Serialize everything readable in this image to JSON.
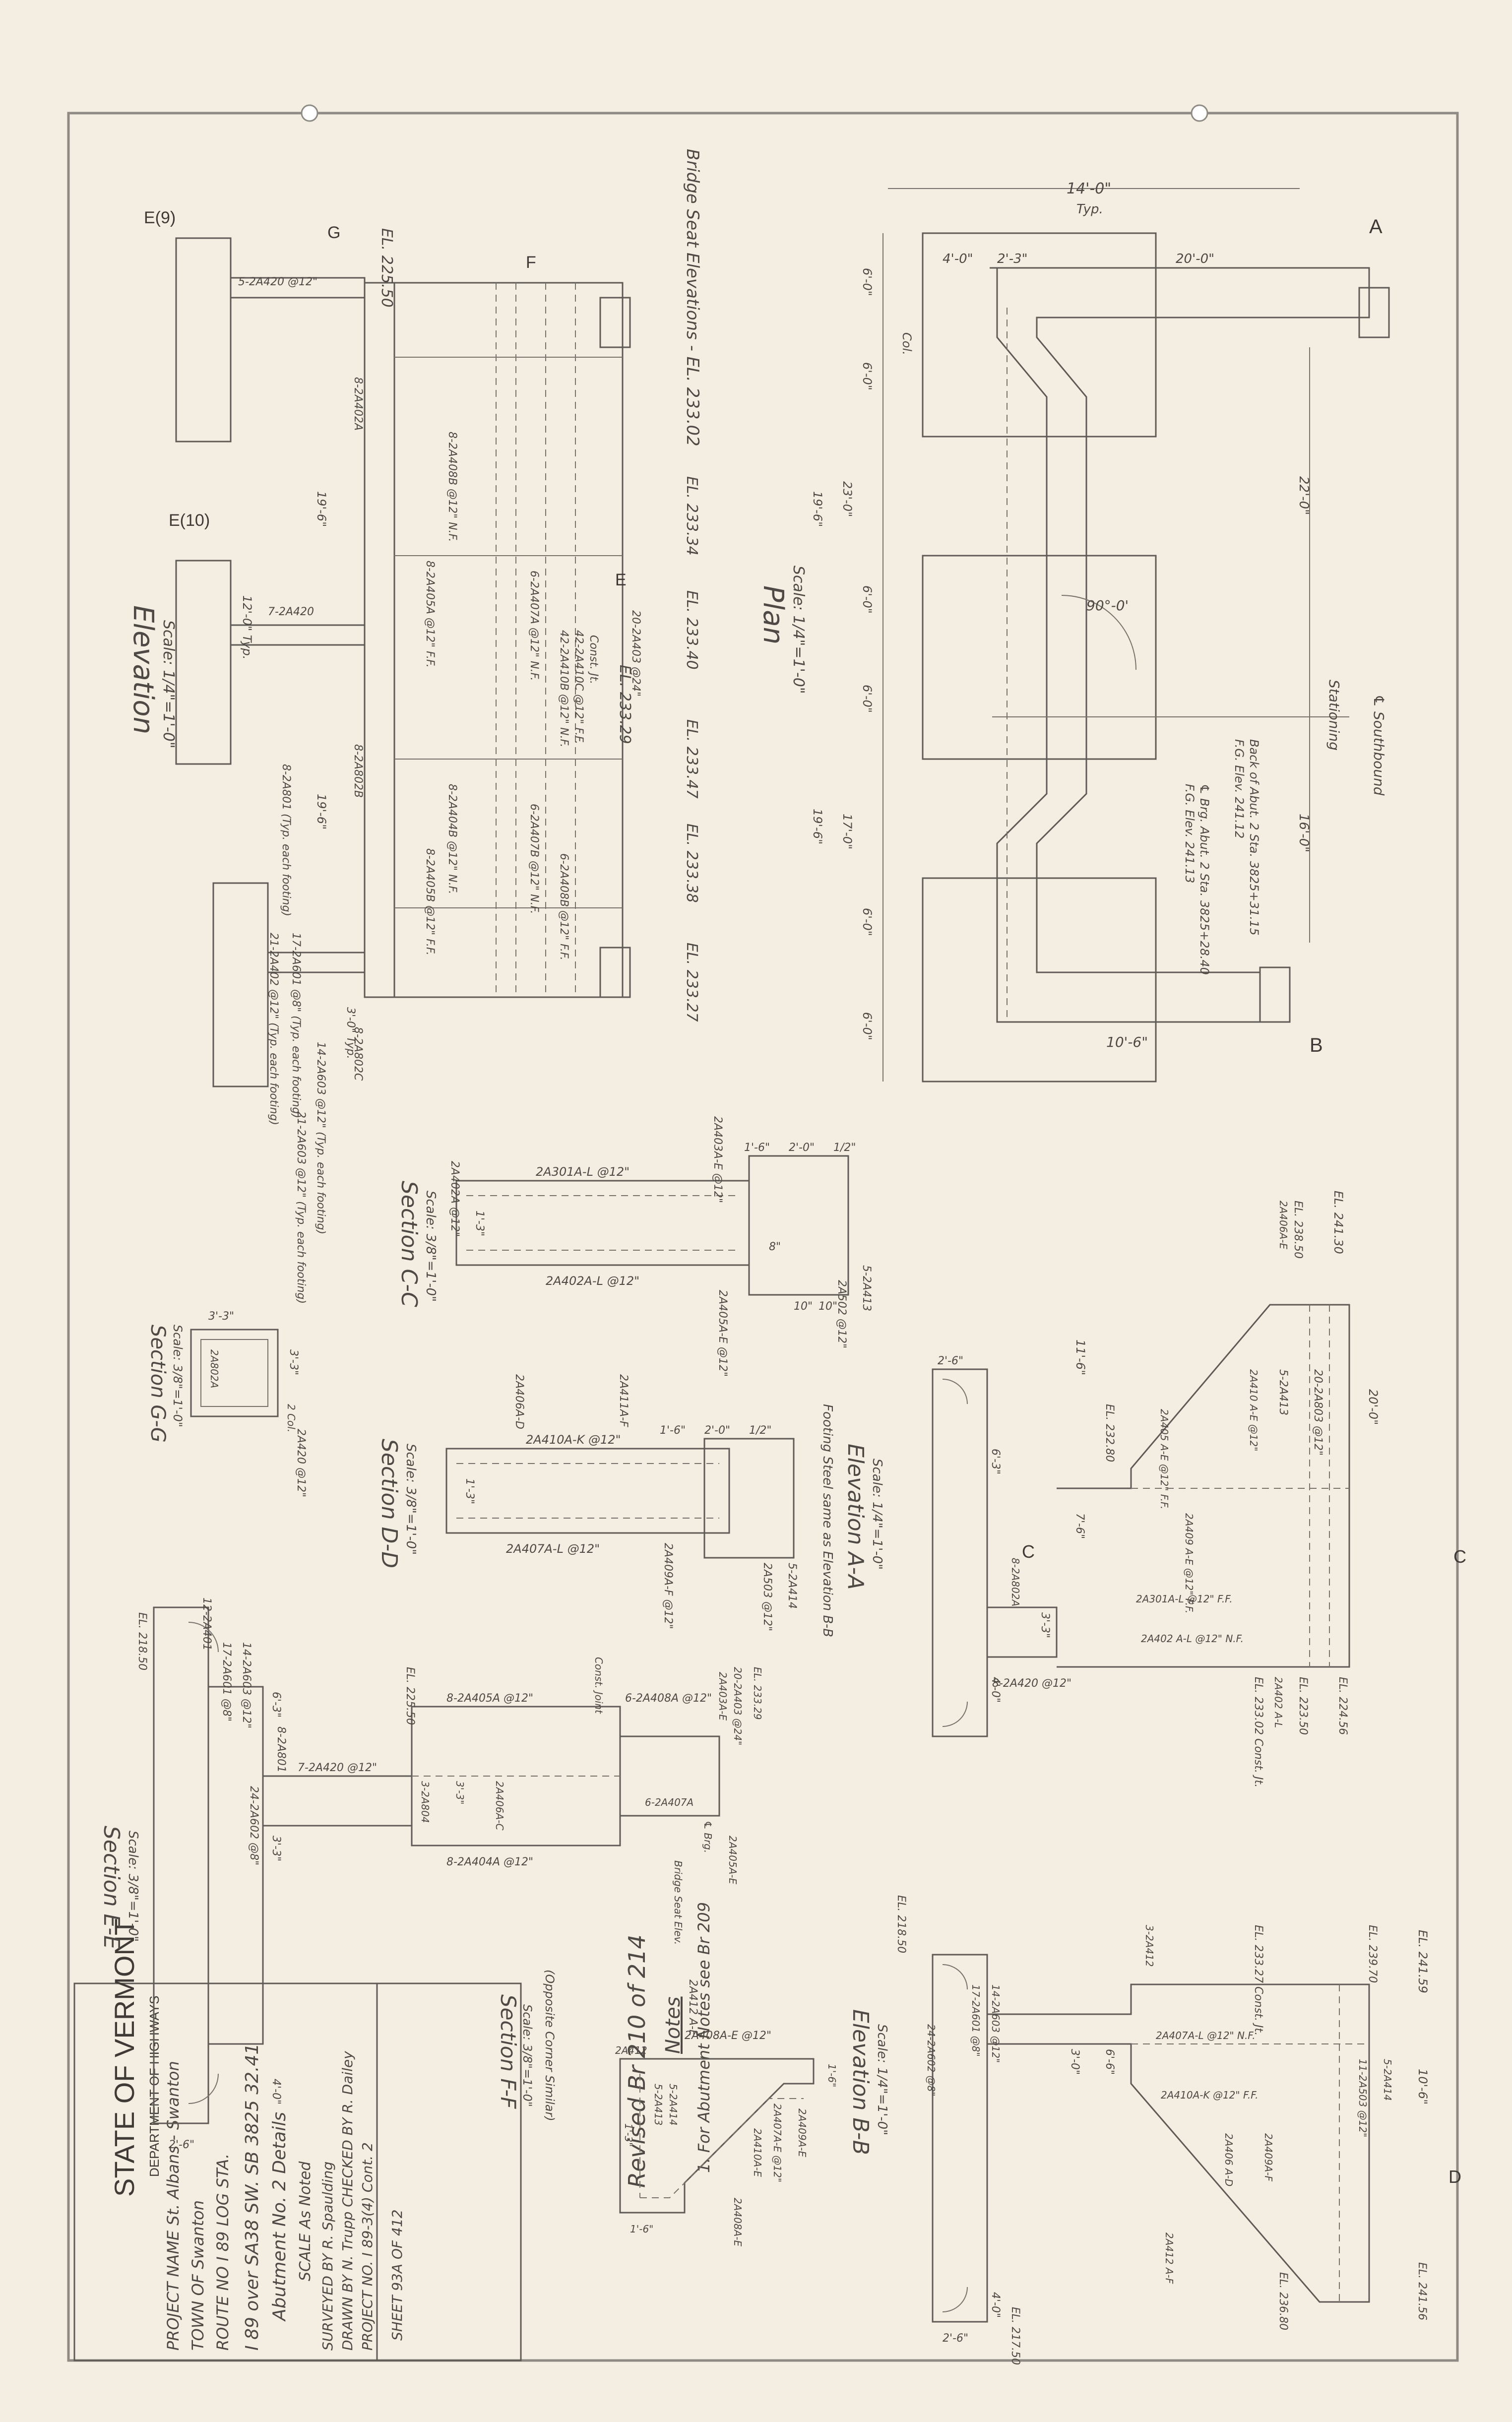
{
  "title_block": {
    "state": "STATE OF VERMONT",
    "department": "DEPARTMENT OF HIGHWAYS",
    "project_name": "PROJECT NAME  St. Albans - Swanton",
    "town": "TOWN OF  Swanton",
    "route": "ROUTE NO  I 89     LOG STA.",
    "structure": "I 89 over SA38 SW. SB 3825 32.41",
    "abutment": "Abutment No. 2 Details",
    "scale": "SCALE  As Noted",
    "surveyed": "SURVEYED BY  R. Spaulding",
    "drawn_checked": "DRAWN BY  N. Trupp    CHECKED BY  R. Dailey",
    "project_no": "PROJECT NO. I 89-3(4)  Cont. 2",
    "sheet": "SHEET  93A  OF  412"
  },
  "revision": "Revised Br 210 of 214",
  "notes": {
    "heading": "Notes",
    "items": [
      "1. For Abutment Notes see Br 209"
    ]
  },
  "views": {
    "elevation": {
      "title": "Elevation",
      "scale": "Scale: 1/4\"=1'-0\""
    },
    "plan": {
      "title": "Plan",
      "scale": "Scale: 1/4\"=1'-0\""
    },
    "section_cc": {
      "title": "Section C-C",
      "scale": "Scale: 3/8\"=1'-0\""
    },
    "section_gg": {
      "title": "Section G-G",
      "scale": "Scale: 3/8\"=1'-0\""
    },
    "section_dd": {
      "title": "Section D-D",
      "scale": "Scale: 3/8\"=1'-0\""
    },
    "section_ee": {
      "title": "Section E-E",
      "scale": "Scale: 3/8\"=1'-0\""
    },
    "section_ff": {
      "title": "Section F-F",
      "scale": "Scale: 3/8\"=1'-0\"",
      "note": "(Opposite Corner Similar)"
    },
    "elevation_aa": {
      "title": "Elevation A-A",
      "scale": "Scale: 1/4\"=1'-0\"",
      "note": "Footing Steel same as Elevation B-B"
    },
    "elevation_bb": {
      "title": "Elevation B-B",
      "scale": "Scale: 1/4\"=1'-0\""
    }
  },
  "plan_labels": {
    "top_dim": "14'-0\"",
    "typ": "Typ.",
    "dims_top": [
      "4'-0\"",
      "2'-3\"",
      "20'-0\""
    ],
    "left_dims": [
      "6'-0\"",
      "6'-0\"",
      "19'-6\"",
      "23'-0\"",
      "6'-0\"",
      "6'-0\"",
      "19'-6\"",
      "17'-0\"",
      "6'-0\"",
      "6'-0\""
    ],
    "right_dims": [
      "22'-0\"",
      "16'-0\""
    ],
    "col": "Col.",
    "angle": "90°-0'",
    "stationing": "Stationing",
    "southbound": "℄ Southbound",
    "back_abut": "Back of Abut. 2 Sta. 3825+31.15",
    "fg_elev_1": "F.G. Elev. 241.12",
    "brg_abut": "℄ Brg. Abut. 2 Sta. 3825+28.40",
    "fg_elev_2": "F.G. Elev. 241.13",
    "bottom_dim": "10'-6\"",
    "a_mark": "A",
    "b_mark": "B"
  },
  "elevation_labels": {
    "seat_note": "Bridge Seat Elevations - EL. 233.02",
    "el_top": "EL. 225.50",
    "elevs": [
      "EL. 233.34",
      "EL. 233.40",
      "EL. 233.27",
      "EL. 233.38",
      "EL. 233.47",
      "EL. 233.29"
    ],
    "bars": [
      "5-2A420 @12\"",
      "8-2A402A",
      "8-2A408B @12\" N.F.",
      "8-2A405A @12\" F.F.",
      "6-2A407A @12\" N.F.",
      "20-2A403 @24\"",
      "42-2A410B @12\" N.F.",
      "42-2A410C @12\" F.F.",
      "8-2A404B @12\" N.F.",
      "8-2A405B @12\" F.F.",
      "6-2A407B @12\" N.F.",
      "6-2A408B @12\" F.F.",
      "7-2A420",
      "12'-0\" Typ.",
      "8-2A802B",
      "8-2A802C",
      "8-2A801 (Typ. each footing)",
      "17-2A601 @8\" (Typ. each footing)",
      "21-2A402 @12\" (Typ. each footing)",
      "14-2A603 @12\" (Typ. each footing)",
      "21-2A603 @12\" (Typ. each footing)"
    ],
    "const_jt": "Const. Jt.",
    "dims": [
      "19'-6\"",
      "19'-6\"",
      "3'-0\" Typ."
    ],
    "g_mark": "G",
    "f_mark": "F",
    "e_mark": "E"
  },
  "detail_labels": {
    "cc": [
      "2A402A @12\"",
      "2A301A-L @12\"",
      "2A402A-L @12\"",
      "2A403A-E @12\"",
      "2A405A-E @12\"",
      "5-2A413",
      "2A502 @12\"",
      "1'-6\"",
      "2'-0\"",
      "1/2\"",
      "10\"",
      "10\"",
      "8\"",
      "1'-3\""
    ],
    "gg": [
      "3'-3\"",
      "3'-3\"",
      "2A802A",
      "2A420 @12\"",
      "2 Col."
    ],
    "dd": [
      "2A406A-D",
      "2A411A-F",
      "2A410A-K @12\"",
      "2A407A-L @12\"",
      "2A409A-F @12\"",
      "5-2A414",
      "2A503 @12\"",
      "1'-6\"",
      "2'-0\"",
      "1/2\"",
      "1'-3\""
    ],
    "ee": [
      "EL. 218.50",
      "12-2A401",
      "17-2A601 @8\"",
      "14-2A603 @12\"",
      "24-2A602 @8\"",
      "8-2A801",
      "2'-6\"",
      "4'-0\"",
      "3'-3\"",
      "6'-3\""
    ],
    "ee_mid": [
      "EL. 225.50",
      "8-2A405A @12\"",
      "7-2A420 @12\"",
      "3-2A804",
      "2A406A-C",
      "3'-3\"",
      "6-2A408A @12\"",
      "6-2A407A",
      "8-2A404A @12\"",
      "Const. Joint",
      "℄ Brg.",
      "Bridge Seat Elev.",
      "20-2A403 @24\"",
      "EL. 233.29",
      "2A403A-E",
      "2A405A-E"
    ],
    "ff": [
      "2A412 A-E",
      "2A408A-E @12\"",
      "2A407A-E @12\"",
      "5-2A413",
      "5-2A414",
      "2A409A-E",
      "2A408A-E",
      "2A412",
      "2A410A-E",
      "1'-6\"",
      "1'-6\"",
      "1'-3\""
    ]
  },
  "aa_labels": [
    "EL. 241.30",
    "2A406A-E",
    "EL. 238.50",
    "EL. 232.80",
    "5-2A413",
    "20-2A803 @12\"",
    "2A410 A-E @12\"",
    "2A405 A-E @12\" F.F.",
    "8-2A802A",
    "2A409 A-E @12\" F.F.",
    "2A301A-L @12\" F.F.",
    "2A402 A-L @12\" N.F.",
    "8-2A420 @12\"",
    "EL. 233.02 Const. Jt.",
    "EL. 224.56",
    "EL. 223.50",
    "2A402 A-L",
    "20'-0\"",
    "11'-6\"",
    "2'-6\"",
    "6'-3\"",
    "4'-0\"",
    "3'-3\"",
    "7'-6\"",
    "C"
  ],
  "bb_labels": [
    "EL. 241.59",
    "EL. 239.70",
    "EL. 233.27 Const. Jt.",
    "EL. 218.50",
    "EL. 217.50",
    "EL. 236.80",
    "EL. 241.56",
    "2A407A-L @12\" N.F.",
    "2A410A-K @12\" F.F.",
    "11-2A503 @12\"",
    "5-2A414",
    "2A406 A-D",
    "2A409A-F",
    "3-2A412",
    "17-2A601 @8\"",
    "14-2A603 @12\"",
    "24-2A602 @8\"",
    "2A412 A-F",
    "10'-6\"",
    "4'-0\"",
    "2'-6\"",
    "3'-0\"",
    "6'-6\"",
    "D"
  ],
  "stamps": [
    "E(9)",
    "E(10)"
  ]
}
